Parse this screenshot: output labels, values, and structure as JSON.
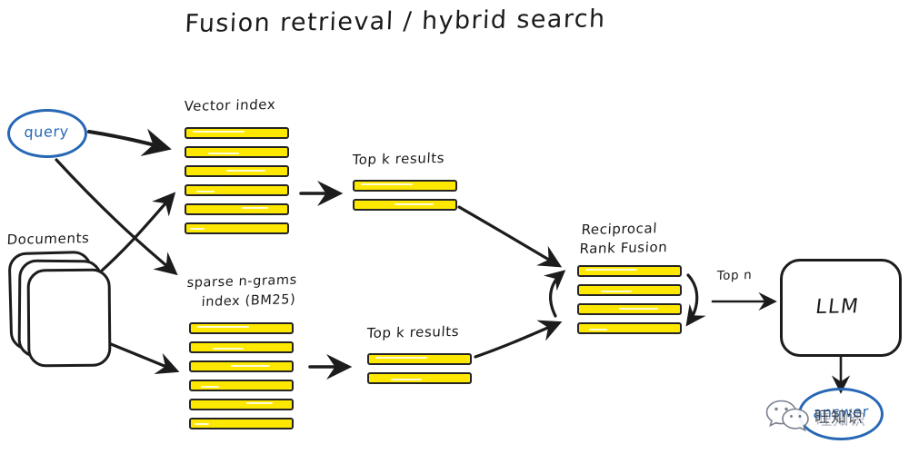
{
  "diagram": {
    "title": "Fusion retrieval / hybrid search",
    "type": "flow-diagram",
    "background": "#ffffff",
    "palette": {
      "ink": "#1a1a1a",
      "highlight_yellow": "#ffe800",
      "accent_blue": "#2767b4",
      "watermark_gray": "#3a3f4a"
    },
    "nodes": {
      "query": {
        "label": "query",
        "shape": "ellipse",
        "color": "#2767b4"
      },
      "documents": {
        "label": "Documents",
        "shape": "stacked-rounded-rects",
        "count": 3
      },
      "vector_index": {
        "label": "Vector index",
        "bars": 6
      },
      "sparse_index": {
        "label_line1": "sparse n-grams",
        "label_line2": "index (BM25)",
        "bars": 6
      },
      "topk_vector": {
        "label": "Top k results",
        "bars": 2
      },
      "topk_sparse": {
        "label": "Top k results",
        "bars": 2
      },
      "rrf": {
        "label_line1": "Reciprocal",
        "label_line2": "Rank Fusion",
        "bars": 4
      },
      "llm": {
        "label": "LLM",
        "shape": "rounded-rect"
      },
      "answer": {
        "label": "answer",
        "shape": "ellipse",
        "color": "#2767b4"
      }
    },
    "edge_labels": {
      "top_n": "Top n"
    },
    "watermark": {
      "text": "旺知识",
      "icon": "wechat-icon"
    }
  }
}
